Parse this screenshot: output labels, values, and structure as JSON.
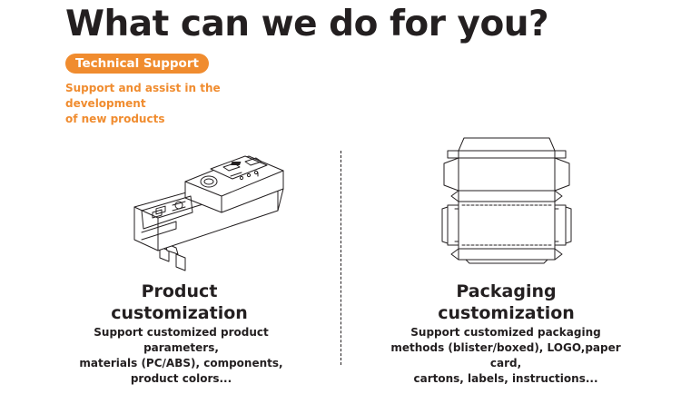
{
  "header": {
    "title": "What can we do for you?",
    "badge": "Technical Support",
    "subtitle_line1": "Support and assist in the development",
    "subtitle_line2": "of new products"
  },
  "features": [
    {
      "title_line1": "Product",
      "title_line2": "customization",
      "desc_line1": "Support customized product parameters,",
      "desc_line2": "materials (PC/ABS), components,",
      "desc_line3": "product colors...",
      "icon": "plug-adapter-icon"
    },
    {
      "title_line1": "Packaging",
      "title_line2": "customization",
      "desc_line1": "Support customized packaging",
      "desc_line2": "methods (blister/boxed), LOGO,paper card,",
      "desc_line3": "cartons, labels, instructions...",
      "icon": "box-dieline-icon"
    }
  ],
  "colors": {
    "accent": "#f08c2f",
    "text": "#231f20",
    "background": "#ffffff"
  }
}
